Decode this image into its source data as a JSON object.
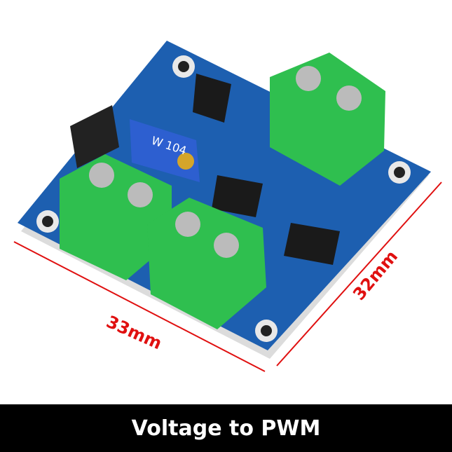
{
  "product": {
    "dimension_width": "33mm",
    "dimension_height": "32mm",
    "pot_label": "W 104",
    "caption": "Voltage to PWM"
  },
  "colors": {
    "board": "#1a5fb4",
    "terminal": "#2fbf4f",
    "dimension": "#e01010",
    "banner": "#000000"
  }
}
